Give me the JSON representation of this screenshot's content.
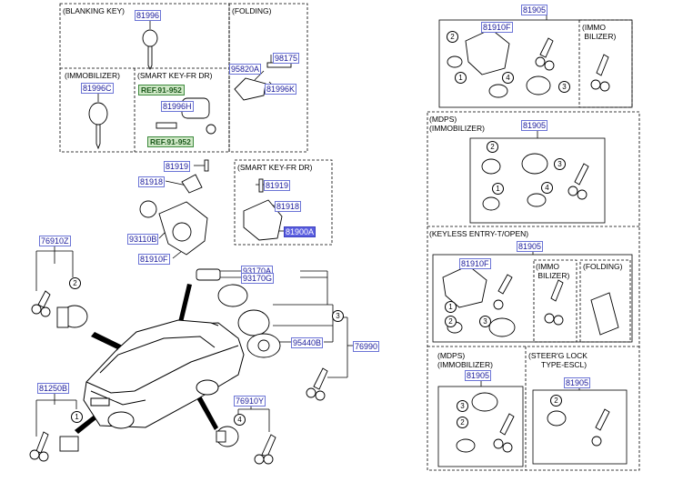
{
  "colors": {
    "part_border": "#6b74d6",
    "part_text": "#1a1a9a",
    "highlight_bg": "#5b5fe0",
    "ref_bg": "#cfe8c6",
    "ref_text": "#1d5a1d"
  },
  "groups": {
    "blanking_key": "(BLANKING KEY)",
    "folding_top": "(FOLDING)",
    "immobilizer_left": "(IMMOBILIZER)",
    "smart_key_fr_dr_top": "(SMART KEY-FR DR)",
    "smart_key_fr_dr_mid": "(SMART KEY-FR DR)",
    "immobilizer_right_top": "(IMMO\n BILIZER)",
    "mdps_immobilizer_mid": "(MDPS)\n(IMMOBILIZER)",
    "keyless_entry": "(KEYLESS ENTRY-T/OPEN)",
    "immobilizer_keyless": "(IMMO\n BILIZER)",
    "folding_keyless": "(FOLDING)",
    "mdps_immobilizer_bottom": "(MDPS)\n(IMMOBILIZER)",
    "steering_lock": "(STEER'G LOCK\n      TYPE-ESCL)"
  },
  "parts": {
    "p81996": "81996",
    "p98175": "98175",
    "p95820A": "95820A",
    "p81996K": "81996K",
    "p81996C": "81996C",
    "p81996H": "81996H",
    "p81919_a": "81919",
    "p81918_a": "81918",
    "p93110B": "93110B",
    "p81910F_a": "81910F",
    "p81919_b": "81919",
    "p81918_b": "81918",
    "p81900A": "81900A",
    "p76910Z": "76910Z",
    "p93170A": "93170A",
    "p93170G": "93170G",
    "p95440B": "95440B",
    "p76990": "76990",
    "p81250B": "81250B",
    "p76910Y": "76910Y",
    "p81905_a": "81905",
    "p81910F_b": "81910F",
    "p81905_b": "81905",
    "p81905_c": "81905",
    "p81910F_c": "81910F",
    "p81905_d": "81905",
    "p81905_e": "81905"
  },
  "refs": {
    "ref_a": "REF.91-952",
    "ref_b": "REF.91-952"
  },
  "callouts": {
    "c1": "1",
    "c2": "2",
    "c3": "3",
    "c4": "4",
    "r1": "1",
    "r2": "2",
    "r3": "3",
    "r4": "4",
    "m1": "1",
    "m2": "2",
    "m3": "3",
    "m4": "4",
    "k1": "1",
    "k2": "2",
    "k3": "3",
    "b2": "2",
    "b3": "3",
    "s2": "2"
  }
}
